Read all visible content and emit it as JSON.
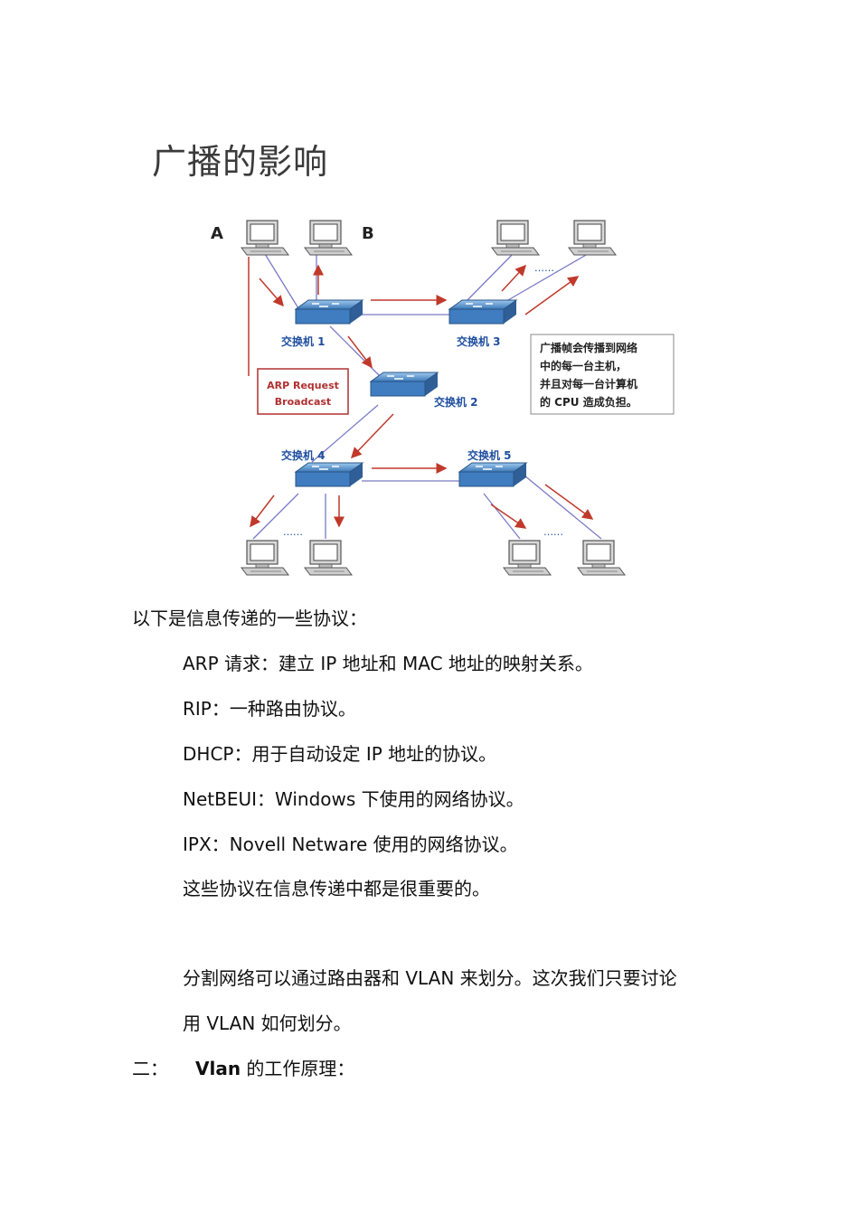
{
  "heading": "广播的影响",
  "diagram": {
    "label_a": "A",
    "label_b": "B",
    "switch1": "交换机 1",
    "switch2": "交换机 2",
    "switch3": "交换机 3",
    "switch4": "交换机 4",
    "switch5": "交换机 5",
    "arp_line1": "ARP Request",
    "arp_line2": "Broadcast",
    "dots": "……",
    "note": [
      "广播帧会传播到网络",
      "中的每一台主机，",
      "并且对每一台计算机",
      "的 CPU 造成负担。"
    ]
  },
  "intro": "以下是信息传递的一些协议：",
  "protocols": [
    "ARP 请求：建立 IP 地址和 MAC 地址的映射关系。",
    "RIP：一种路由协议。",
    "DHCP：用于自动设定 IP 地址的协议。",
    "NetBEUI：Windows 下使用的网络协议。",
    "IPX：Novell Netware 使用的网络协议。",
    "这些协议在信息传递中都是很重要的。"
  ],
  "split_line1": "分割网络可以通过路由器和  VLAN  来划分。这次我们只要讨论",
  "split_line2": "用 VLAN 如何划分。",
  "section_num": "二：",
  "section_title_bold": "Vlan",
  "section_title_rest": " 的工作原理："
}
